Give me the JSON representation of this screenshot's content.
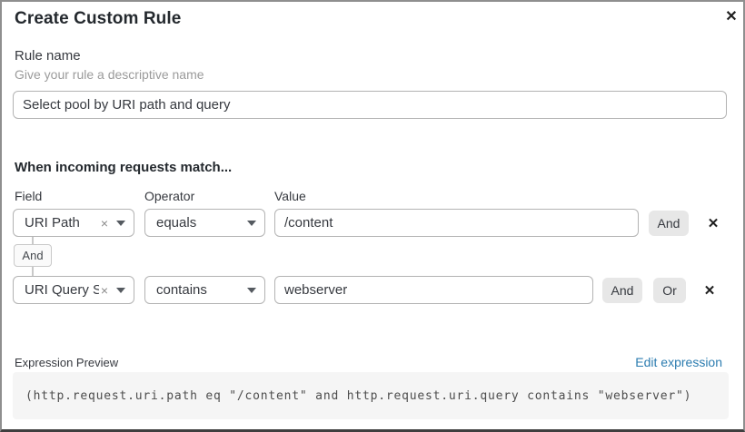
{
  "dialog": {
    "title": "Create Custom Rule"
  },
  "icons": {
    "close": "✕",
    "clear": "×",
    "delete": "✕"
  },
  "rule_name": {
    "label": "Rule name",
    "hint": "Give your rule a descriptive name",
    "value": "Select pool by URI path and query"
  },
  "match_section": {
    "heading": "When incoming requests match...",
    "columns": {
      "field": "Field",
      "operator": "Operator",
      "value": "Value"
    },
    "rows": [
      {
        "field": "URI Path",
        "operator": "equals",
        "value": "/content",
        "and_label": "And"
      },
      {
        "field": "URI Query St...",
        "operator": "contains",
        "value": "webserver",
        "and_label": "And",
        "or_label": "Or"
      }
    ],
    "group_connector": "And"
  },
  "expression_preview": {
    "label": "Expression Preview",
    "edit_link": "Edit expression",
    "expression": "(http.request.uri.path eq \"/content\" and http.request.uri.query contains \"webserver\")"
  },
  "colors": {
    "link": "#2c7cb0",
    "button_bg": "#e7e7e7",
    "code_bg": "#f5f5f5",
    "input_border": "#b3b3b3"
  }
}
